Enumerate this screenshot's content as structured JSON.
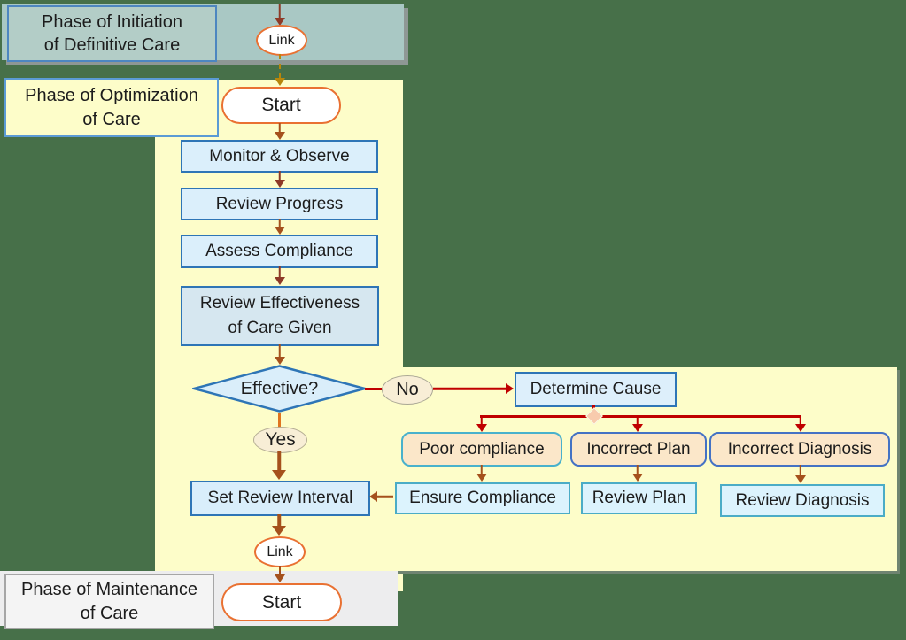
{
  "phases": {
    "initiation": {
      "line1": "Phase of Initiation",
      "line2": "of Definitive Care"
    },
    "optimization": {
      "line1": "Phase of Optimization",
      "line2": "of Care"
    },
    "maintenance": {
      "line1": "Phase of Maintenance",
      "line2": "of Care"
    }
  },
  "nodes": {
    "link_top": {
      "label": "Link",
      "type": "connector"
    },
    "start_optimization": {
      "label": "Start",
      "type": "terminator"
    },
    "monitor_observe": {
      "label": "Monitor & Observe",
      "type": "process"
    },
    "review_progress": {
      "label": "Review Progress",
      "type": "process"
    },
    "assess_compliance": {
      "label": "Assess Compliance",
      "type": "process"
    },
    "review_effectiveness": {
      "line1": "Review Effectiveness",
      "line2": "of Care Given",
      "type": "process"
    },
    "effective": {
      "label": "Effective?",
      "type": "decision"
    },
    "no_label": {
      "label": "No"
    },
    "yes_label": {
      "label": "Yes"
    },
    "determine_cause": {
      "label": "Determine Cause",
      "type": "process"
    },
    "poor_compliance": {
      "label": "Poor compliance",
      "type": "cause"
    },
    "incorrect_plan": {
      "label": "Incorrect Plan",
      "type": "cause"
    },
    "incorrect_diagnosis": {
      "label": "Incorrect Diagnosis",
      "type": "cause"
    },
    "ensure_compliance": {
      "label": "Ensure Compliance",
      "type": "action"
    },
    "review_plan": {
      "label": "Review Plan",
      "type": "action"
    },
    "review_diagnosis": {
      "label": "Review Diagnosis",
      "type": "action"
    },
    "set_review_interval": {
      "label": "Set Review Interval",
      "type": "process"
    },
    "link_bottom": {
      "label": "Link",
      "type": "connector"
    },
    "start_maintenance": {
      "label": "Start",
      "type": "terminator"
    }
  },
  "colors": {
    "background_green": "#477049",
    "initiation_bar_teal": "#a9c8c4",
    "phase_yellow": "#fdfdc9",
    "maintenance_gray": "#ededee",
    "process_fill": "#dbeffb",
    "process_border": "#2e75b6",
    "cause_fill": "#fbe7c9",
    "action_fill": "#dcf3fd",
    "action_border": "#4bacc6",
    "terminator_border": "#e97132",
    "decision_fill": "#daeefa",
    "flow_arrow_brown": "#a5511c",
    "flow_arrow_maroon": "#8e3a27",
    "branch_red": "#c00000",
    "dashed_gold": "#b8860b",
    "oval_cream": "#f8eed6",
    "junction_peach": "#f8cbad"
  }
}
